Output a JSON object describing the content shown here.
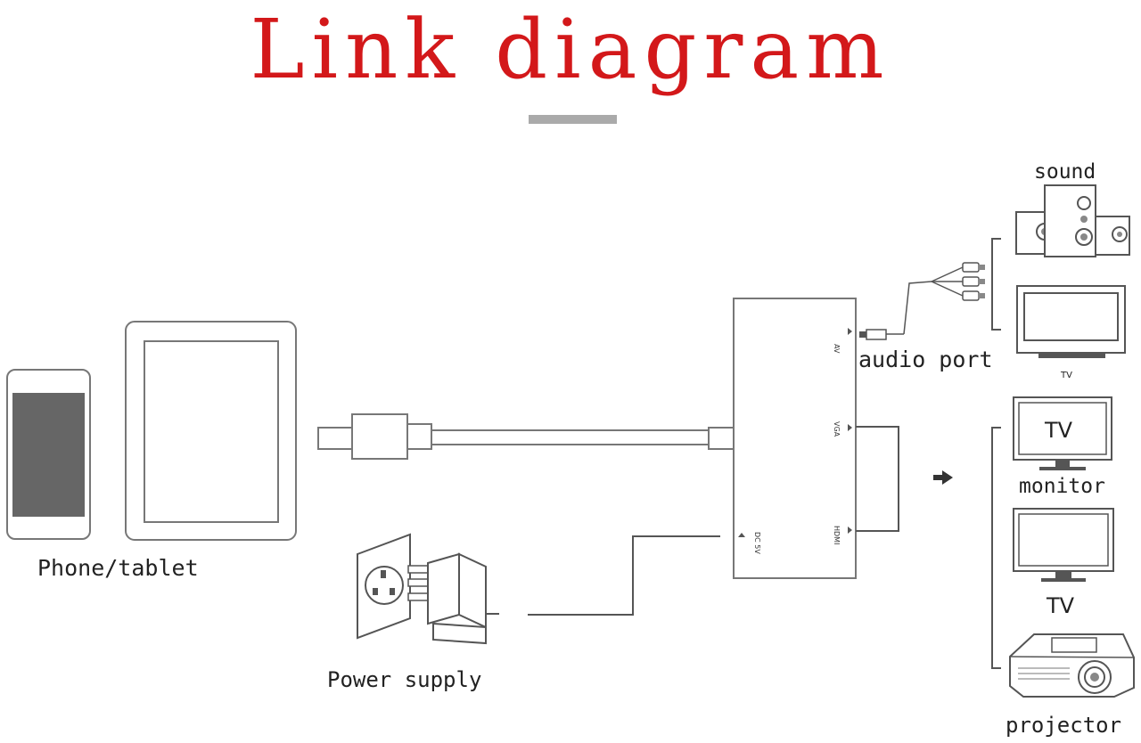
{
  "title": "Link diagram",
  "colors": {
    "title": "#d3181a",
    "rule": "#aaaaaa",
    "line": "#555555",
    "screen": "#666666"
  },
  "labels": {
    "phone_tablet": "Phone/tablet",
    "power_supply": "Power supply",
    "audio_port": "audio port",
    "sound": "sound",
    "tv_small": "TV",
    "tv_monitor_screen": "TV",
    "monitor": "monitor",
    "tv": "TV",
    "projector": "projector"
  },
  "adapter_ports": {
    "av": "AV",
    "vga": "VGA",
    "hdmi": "HDMI",
    "dc": "DC 5V"
  },
  "icons": {
    "phone": "phone-icon",
    "tablet": "tablet-icon",
    "lightning_plug": "lightning-plug-icon",
    "adapter": "adapter-box-icon",
    "wall_socket": "wall-socket-icon",
    "power_plug": "power-plug-icon",
    "audio_jack": "audio-jack-icon",
    "rca_cable": "rca-cable-icon",
    "speakers": "speakers-icon",
    "tv": "tv-icon",
    "monitor": "monitor-icon",
    "projector": "projector-icon",
    "arrow": "arrow-right-icon"
  }
}
